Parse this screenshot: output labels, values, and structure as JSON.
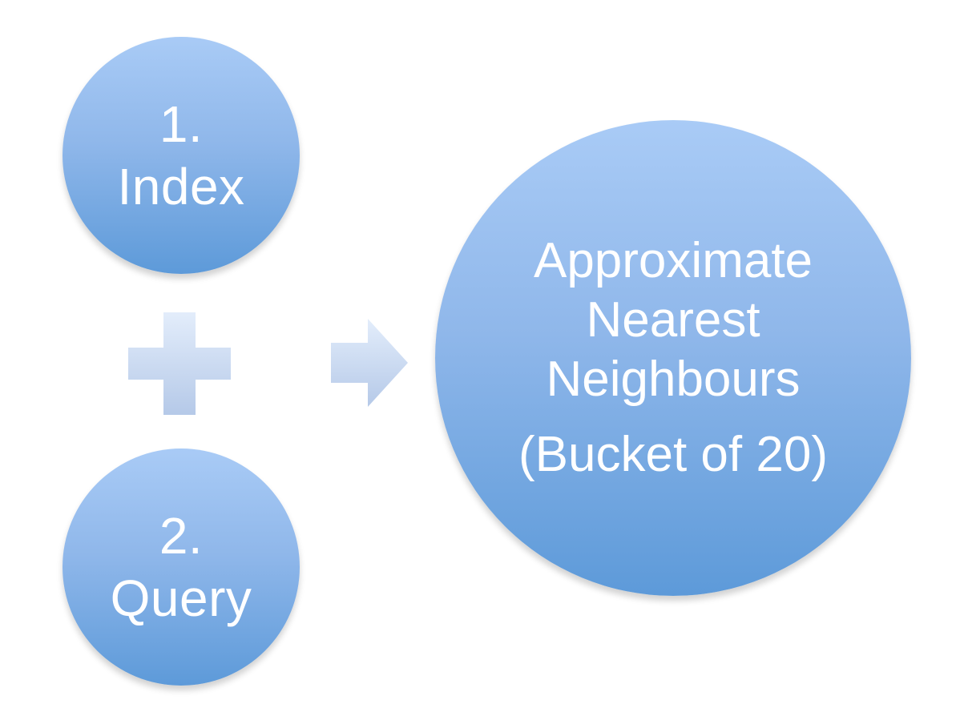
{
  "diagram": {
    "step_index": {
      "number": "1.",
      "label": "Index"
    },
    "step_query": {
      "number": "2.",
      "label": "Query"
    },
    "result": {
      "line1": "Approximate",
      "line2": "Nearest",
      "line3": "Neighbours",
      "note": "(Bucket of 20)"
    },
    "icons": {
      "plus": "plus-icon",
      "arrow": "right-arrow-icon"
    },
    "colors": {
      "circle_top": "#a9cbf6",
      "circle_bottom": "#5d9ad9",
      "connector_light": "#dce8fa",
      "connector_dark": "#b7cbe9",
      "text": "#ffffff"
    }
  }
}
